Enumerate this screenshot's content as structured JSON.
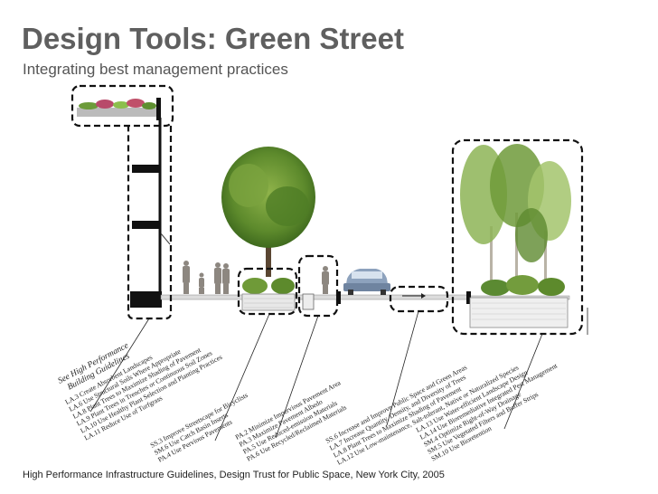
{
  "header": {
    "title": "Design Tools: Green Street",
    "subtitle": "Integrating best management practices"
  },
  "footer": {
    "caption": "High Performance Infrastructure Guidelines, Design Trust for Public Space, New York City, 2005"
  },
  "annotations": {
    "group1": {
      "heading": [
        "See High Performance",
        "Building Guidelines"
      ],
      "lines": [
        "LA.3    Create Absorbent Landscapes",
        "LA.6    Use Structural Soils Where Appropriate",
        "LA.8    Plant Trees to Maximize Shading of Pavement",
        "LA.9    Plant Trees in Trenches or Continuous Soil Zones",
        "LA.10  Use Healthy Plant Selection and Planting Practices",
        "LA.11  Reduce Use of Turfgrass"
      ]
    },
    "group2": {
      "lines": [
        "SS.3    Improve Streetscape for Bicyclists",
        "SM.6  Use Catch Basin Inserts",
        "PA.4  Use Pervious Pavements"
      ]
    },
    "group3": {
      "lines": [
        "PA.2  Minimize Impervious Pavement Area",
        "PA.3  Maximize Pavement Albedo",
        "PA.5  Use Reduced-emission Materials",
        "PA.6  Use Recycled/Reclaimed Materials"
      ]
    },
    "group4": {
      "lines": [
        "SS.6    Increase and Improve Public Space and Green Areas",
        "LA.7    Increase Quantity, Density, and Diversity of Trees",
        "LA.8    Plant Trees to Maximize Shading of Pavement",
        "LA.12  Use Low-maintenance, Salt-tolerant, Native or Naturalized Species"
      ]
    },
    "group5": {
      "lines": [
        "LA.13  Use Water-efficient Landscape Design",
        "LA.14  Use Bioremediative Integrated Pest Management",
        "SM.4    Optimize Right-of-Way Drainage",
        "SM.5    Use Vegetated Filters and Buffer Strips",
        "SM.10  Use Bioretention"
      ]
    }
  }
}
